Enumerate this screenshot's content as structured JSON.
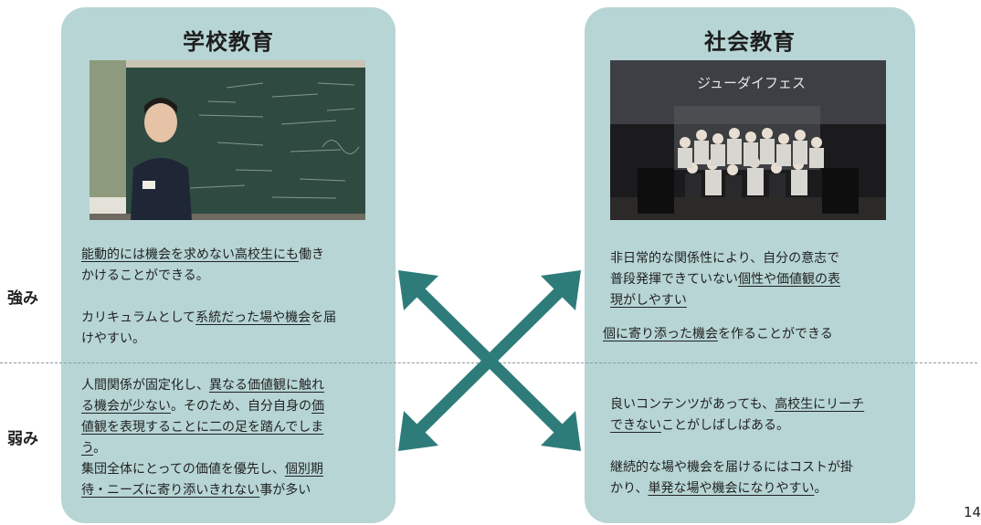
{
  "side_labels": {
    "strength": "強み",
    "weakness": "弱み"
  },
  "school": {
    "title": "学校教育",
    "strength": [
      [
        "能動的には機会を求めない高校生にも",
        "働き"
      ],
      [
        "かけることができる。"
      ],
      [
        "カリキュラムとして",
        "系統だった場や機会",
        "を届"
      ],
      [
        "けやすい。"
      ]
    ],
    "weakness": [
      [
        "人間関係が固定化し、",
        "異なる価値観に触れ"
      ],
      [
        "る機会が少ない",
        "。そのため、自分自身の",
        "価"
      ],
      [
        "値観を表現することに二の足を踏んでしま"
      ],
      [
        "う",
        "。"
      ],
      [
        "集団全体にとっての価値を優先し、",
        "個別期"
      ],
      [
        "待・ニーズに寄り添いきれない",
        "事が多い"
      ]
    ]
  },
  "society": {
    "title": "社会教育",
    "photo_banner_text": "ジューダイフェス",
    "strength": [
      [
        "非日常的な関係性により、自分の意志で"
      ],
      [
        "普段発揮できていない",
        "個性や価値観の表"
      ],
      [
        "現がしやすい"
      ],
      [
        "個に寄り添った機会",
        "を作ることができる"
      ]
    ],
    "weakness": [
      [
        "良いコンテンツがあっても、",
        "高校生にリーチ"
      ],
      [
        "できない",
        "ことがしばしばある。"
      ],
      [
        "継続的な場や機会を届けるにはコストが掛"
      ],
      [
        "かり、",
        "単発な場や機会になりやすい",
        "。"
      ]
    ]
  },
  "page_number": "14",
  "colors": {
    "card": "#b7d5d5",
    "arrow": "#2e7c7a"
  }
}
